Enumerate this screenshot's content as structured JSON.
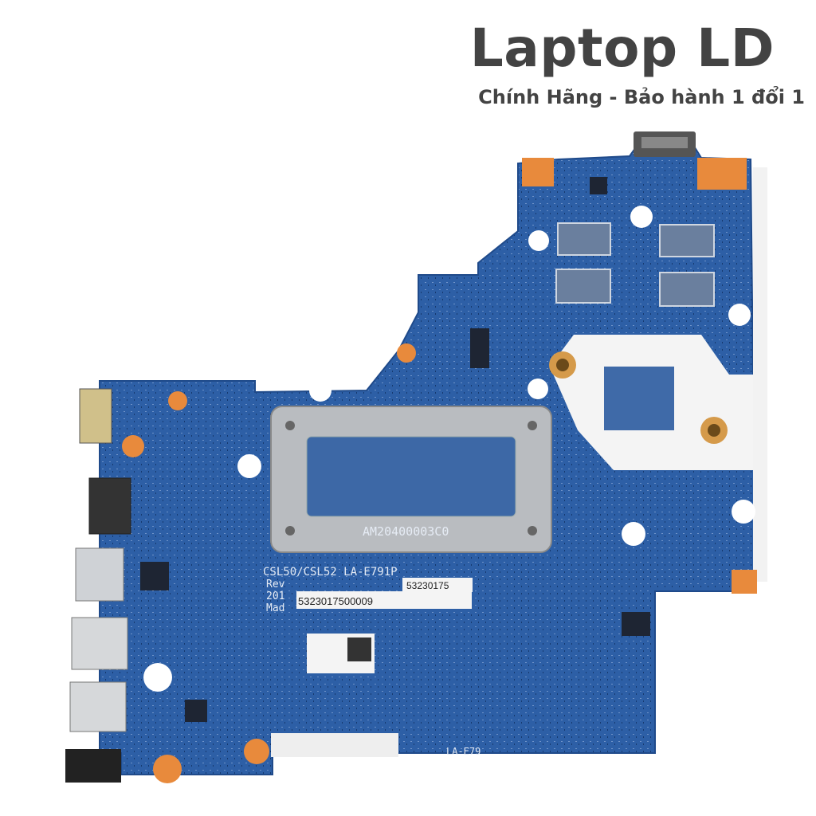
{
  "header": {
    "title": "Laptop LD",
    "subtitle": "Chính Hãng - Bảo hành 1 đổi 1"
  },
  "board": {
    "model_silkscreen": "CSL50/CSL52 LA-E791P",
    "rev_line": "Rev",
    "year_line": "201",
    "made_line": "Mad",
    "sticker_code": "5323017500009",
    "sticker_code_short": "53230175",
    "corner_label": "LA-E79",
    "heatsink_text": "AM20400003C0",
    "colors": {
      "pcb": "#2d5fa6",
      "pcb_dark": "#1f4a8a",
      "heatsink": "#b9bcc0",
      "pad": "#e88a3c",
      "text": "#434343"
    }
  }
}
